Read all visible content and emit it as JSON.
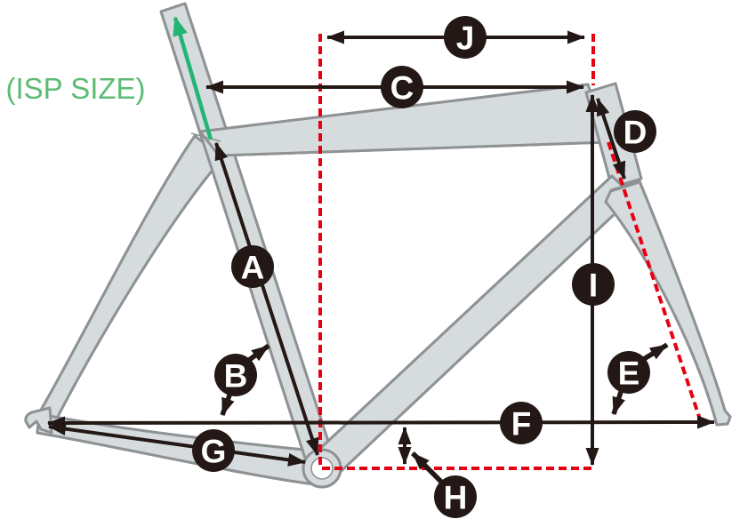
{
  "diagram": {
    "type": "bike-frame-geometry",
    "isp_label": "(ISP SIZE)",
    "labels": {
      "A": "A",
      "B": "B",
      "C": "C",
      "D": "D",
      "E": "E",
      "F": "F",
      "G": "G",
      "H": "H",
      "I": "I",
      "J": "J"
    }
  },
  "colors": {
    "arrow_black": "#231815",
    "dash_red": "#E60012",
    "green_arrow": "#22B573",
    "green_text": "#5CBB74",
    "frame_fill": "#D6DBDD",
    "frame_stroke": "#8E9294",
    "label_text": "#FFFFFF",
    "background": "#FFFFFF"
  }
}
